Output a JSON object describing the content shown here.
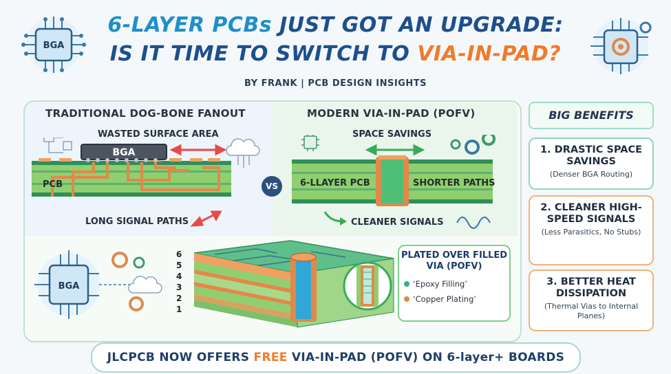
{
  "header": {
    "title_line1_prefix": "6-LAYER PCBs",
    "title_line1_suffix": " JUST GOT AN UPGRADE:",
    "title_line2_prefix": "IS IT TIME TO SWITCH TO ",
    "title_line2_highlight": "VIA-IN-PAD?",
    "byline": "BY FRANK | PCB DESIGN INSIGHTS"
  },
  "left_section": {
    "title": "TRADITIONAL DOG-BONE FANOUT",
    "wasted_label": "WASTED SURFACE AREA",
    "chip_label": "BGA",
    "pcb_label": "PCB",
    "long_paths_label": "LONG SIGNAL PATHS"
  },
  "vs_label": "VS",
  "right_section": {
    "title": "MODERN VIA-IN-PAD (POFV)",
    "space_label": "SPACE SAVINGS",
    "layer_label": "6-LLAYER PCB",
    "shorter_label": "SHORTER PATHS",
    "cleaner_label": "CLEANER SIGNALS"
  },
  "stack": {
    "layer_numbers": [
      "6",
      "5",
      "4",
      "3",
      "2",
      "1"
    ],
    "bga_label": "BGA",
    "callout_title": "PLATED OVER FILLED VIA (POFV)",
    "callout_items": [
      {
        "text": "‘Epoxy Filling’",
        "color": "#2fb08a"
      },
      {
        "text": "‘Copper Plating’",
        "color": "#e0894a"
      }
    ]
  },
  "left_icon_chip": "BGA",
  "benefits": {
    "heading": "BIG BENEFITS",
    "cards": [
      {
        "title": "1. DRASTIC SPACE SAVINGS",
        "subtitle": "(Denser BGA Routing)",
        "color": "#8fd6b8"
      },
      {
        "title": "2. CLEANER HIGH-SPEED SIGNALS",
        "subtitle": "(Less Parasitics, No Stubs)",
        "color": "#f2b27a"
      },
      {
        "title": "3. BETTER HEAT DISSIPATION",
        "subtitle": "(Thermal Vias to Internal Planes)",
        "color": "#f2b27a"
      }
    ]
  },
  "footer": {
    "prefix": "JLCPCB NOW OFFERS ",
    "highlight": "FREE",
    "suffix": " VIA-IN-PAD (POFV) ON 6-layer+ BOARDS"
  },
  "colors": {
    "navy": "#1d4f8c",
    "blue": "#1f8fc9",
    "orange": "#f07a2a",
    "pcb_green": "#8fcf6f",
    "copper": "#e0894a"
  }
}
